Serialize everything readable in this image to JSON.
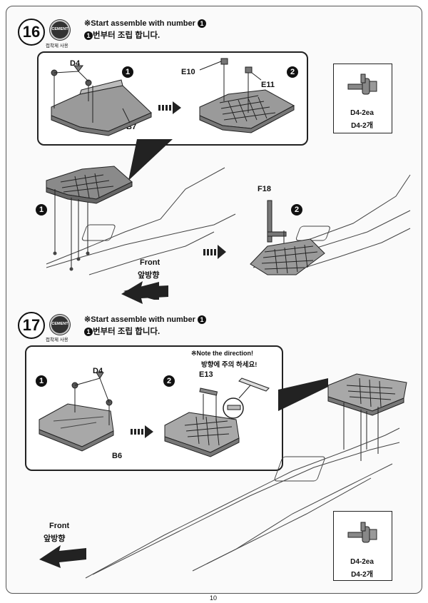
{
  "page_number": "10",
  "cement": {
    "label": "CEMENT",
    "ko": "접착제 사용"
  },
  "step16": {
    "number": "16",
    "instruction_en": "※Start assemble with number",
    "instruction_ko": "번부터 조립 합니다.",
    "start_num": "1",
    "sub_a": "1",
    "sub_b": "2",
    "labels": {
      "d4": "D4",
      "e10": "E10",
      "e11": "E11",
      "b7": "B7",
      "f18": "F18"
    },
    "part_box": {
      "line1": "D4-2ea",
      "line2": "D4-2개"
    },
    "front_en": "Front",
    "front_ko": "앞방향"
  },
  "step17": {
    "number": "17",
    "instruction_en": "※Start assemble with number",
    "instruction_ko": "번부터 조립 합니다.",
    "start_num": "1",
    "sub_a": "1",
    "sub_b": "2",
    "labels": {
      "d4": "D4",
      "b6": "B6",
      "e13": "E13"
    },
    "note_en": "※Note the direction!",
    "note_ko": "방향에 주의 하세요!",
    "part_box": {
      "line1": "D4-2ea",
      "line2": "D4-2개"
    },
    "front_en": "Front",
    "front_ko": "앞방향"
  }
}
